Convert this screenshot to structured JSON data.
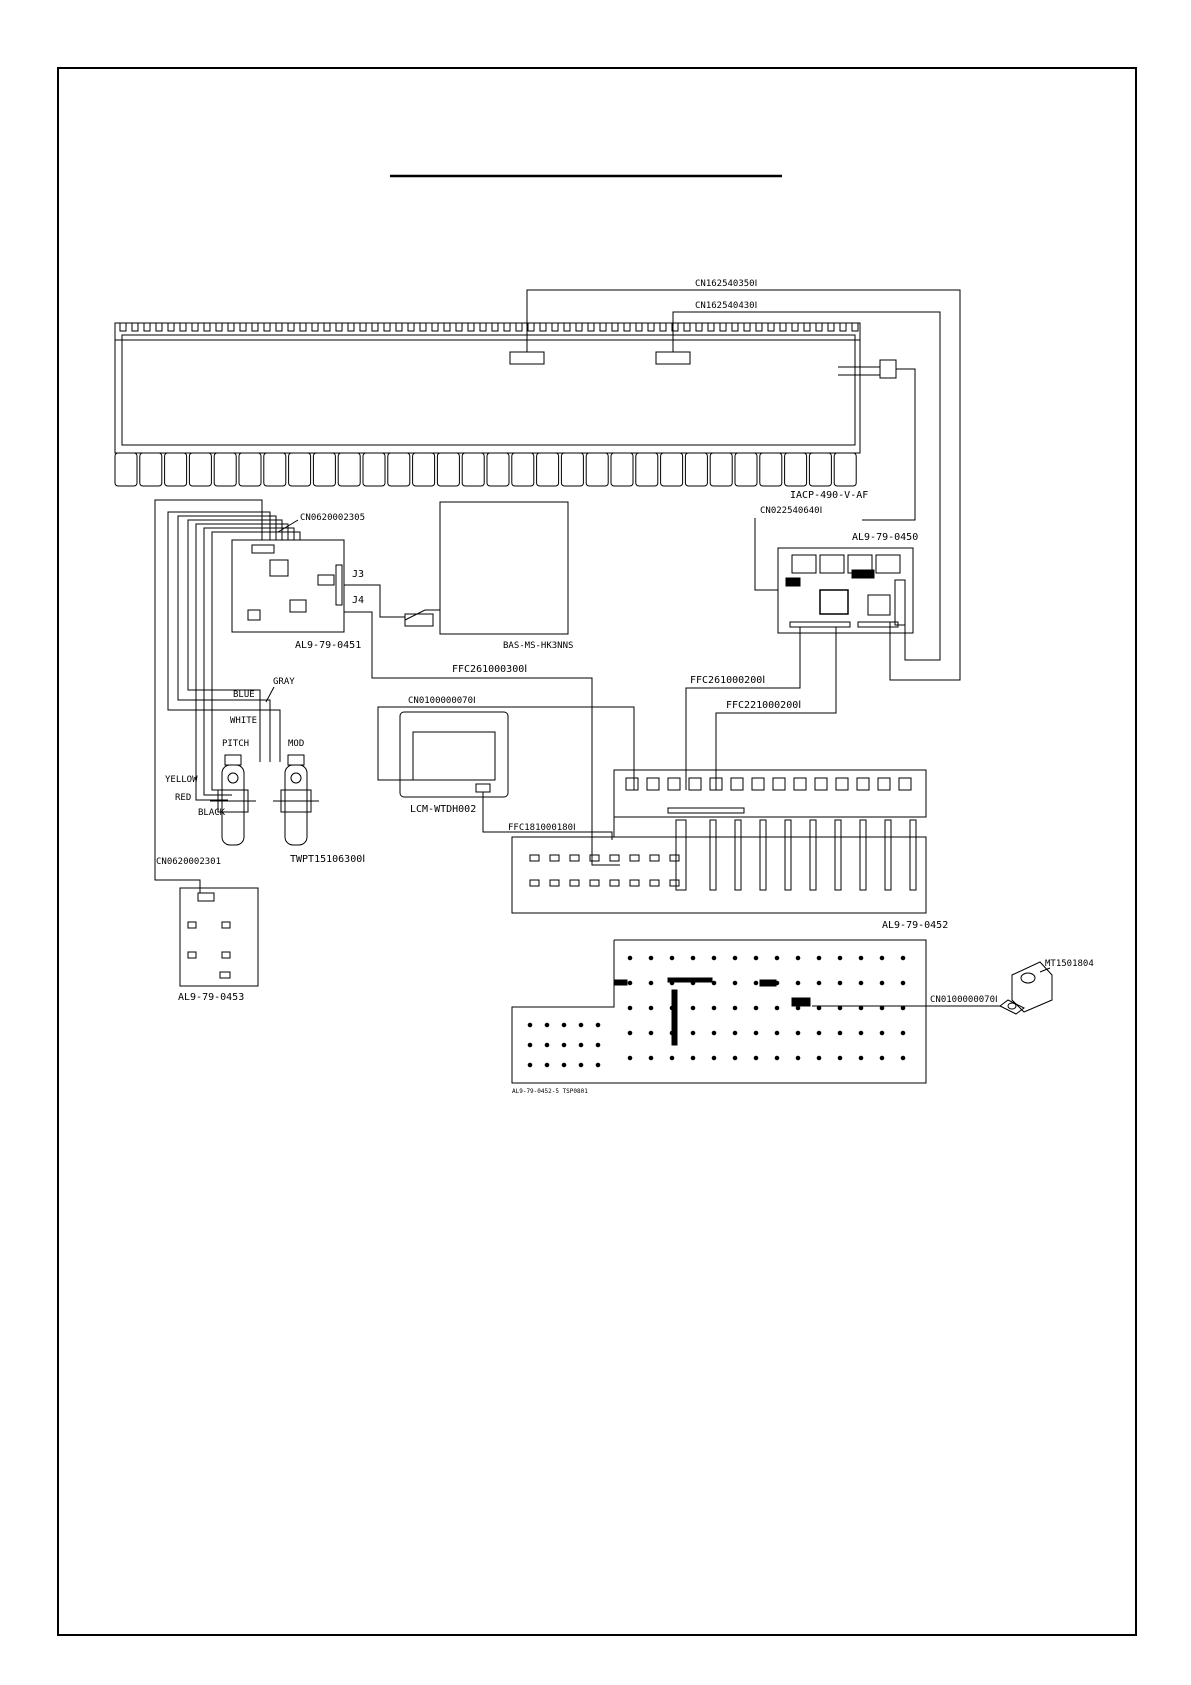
{
  "labels": {
    "cn_top1": "CN162540350Ⅰ",
    "cn_top2": "CN162540430Ⅰ",
    "keybed": "IACP-490-V-AF",
    "cn_main": "CN022540640Ⅰ",
    "board_0450": "AL9-79-0450",
    "cn_0451": "CN0620002305",
    "j3": "J3",
    "j4": "J4",
    "board_0451": "AL9-79-0451",
    "bas": "BAS-MS-HK3NNS",
    "ffc_3001": "FFC261000300Ⅰ",
    "ffc_2001": "FFC261000200Ⅰ",
    "ffc_22_2001": "FFC221000200Ⅰ",
    "blue": "BLUE",
    "gray": "GRAY",
    "white": "WHITE",
    "cn_lcd": "CN0100000070Ⅰ",
    "pitch": "PITCH",
    "mod": "MOD",
    "yellow": "YELLOW",
    "red": "RED",
    "black": "BLACK",
    "lcd": "LCM-WTDH002",
    "wheel": "TWPT15106300Ⅰ",
    "ffc_1801": "FFC181000180Ⅰ",
    "cn_0453": "CN0620002301",
    "board_0453": "AL9-79-0453",
    "board_0452": "AL9-79-0452",
    "mt": "MT1501804",
    "cn_ground": "CN0100000070Ⅰ",
    "pcb_bottom": "AL9-79-0452-5 TSP0801"
  },
  "colors": {
    "line": "#000000",
    "paper": "#ffffff"
  }
}
